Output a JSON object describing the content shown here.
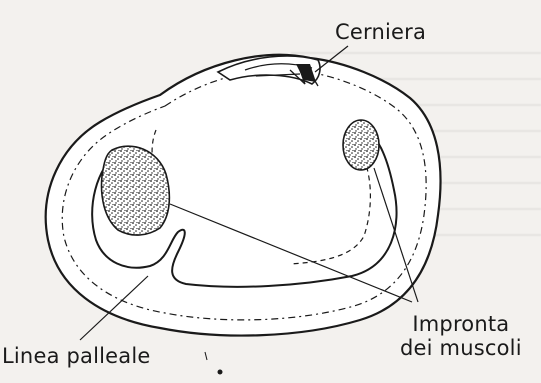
{
  "labels": {
    "hinge": "Cerniera",
    "pallial_line": "Linea palleale",
    "muscle_scars_line1": "Impronta",
    "muscle_scars_line2": "dei muscoli"
  },
  "colors": {
    "paper": "#f3f1ee",
    "ink": "#1a1a1a"
  }
}
